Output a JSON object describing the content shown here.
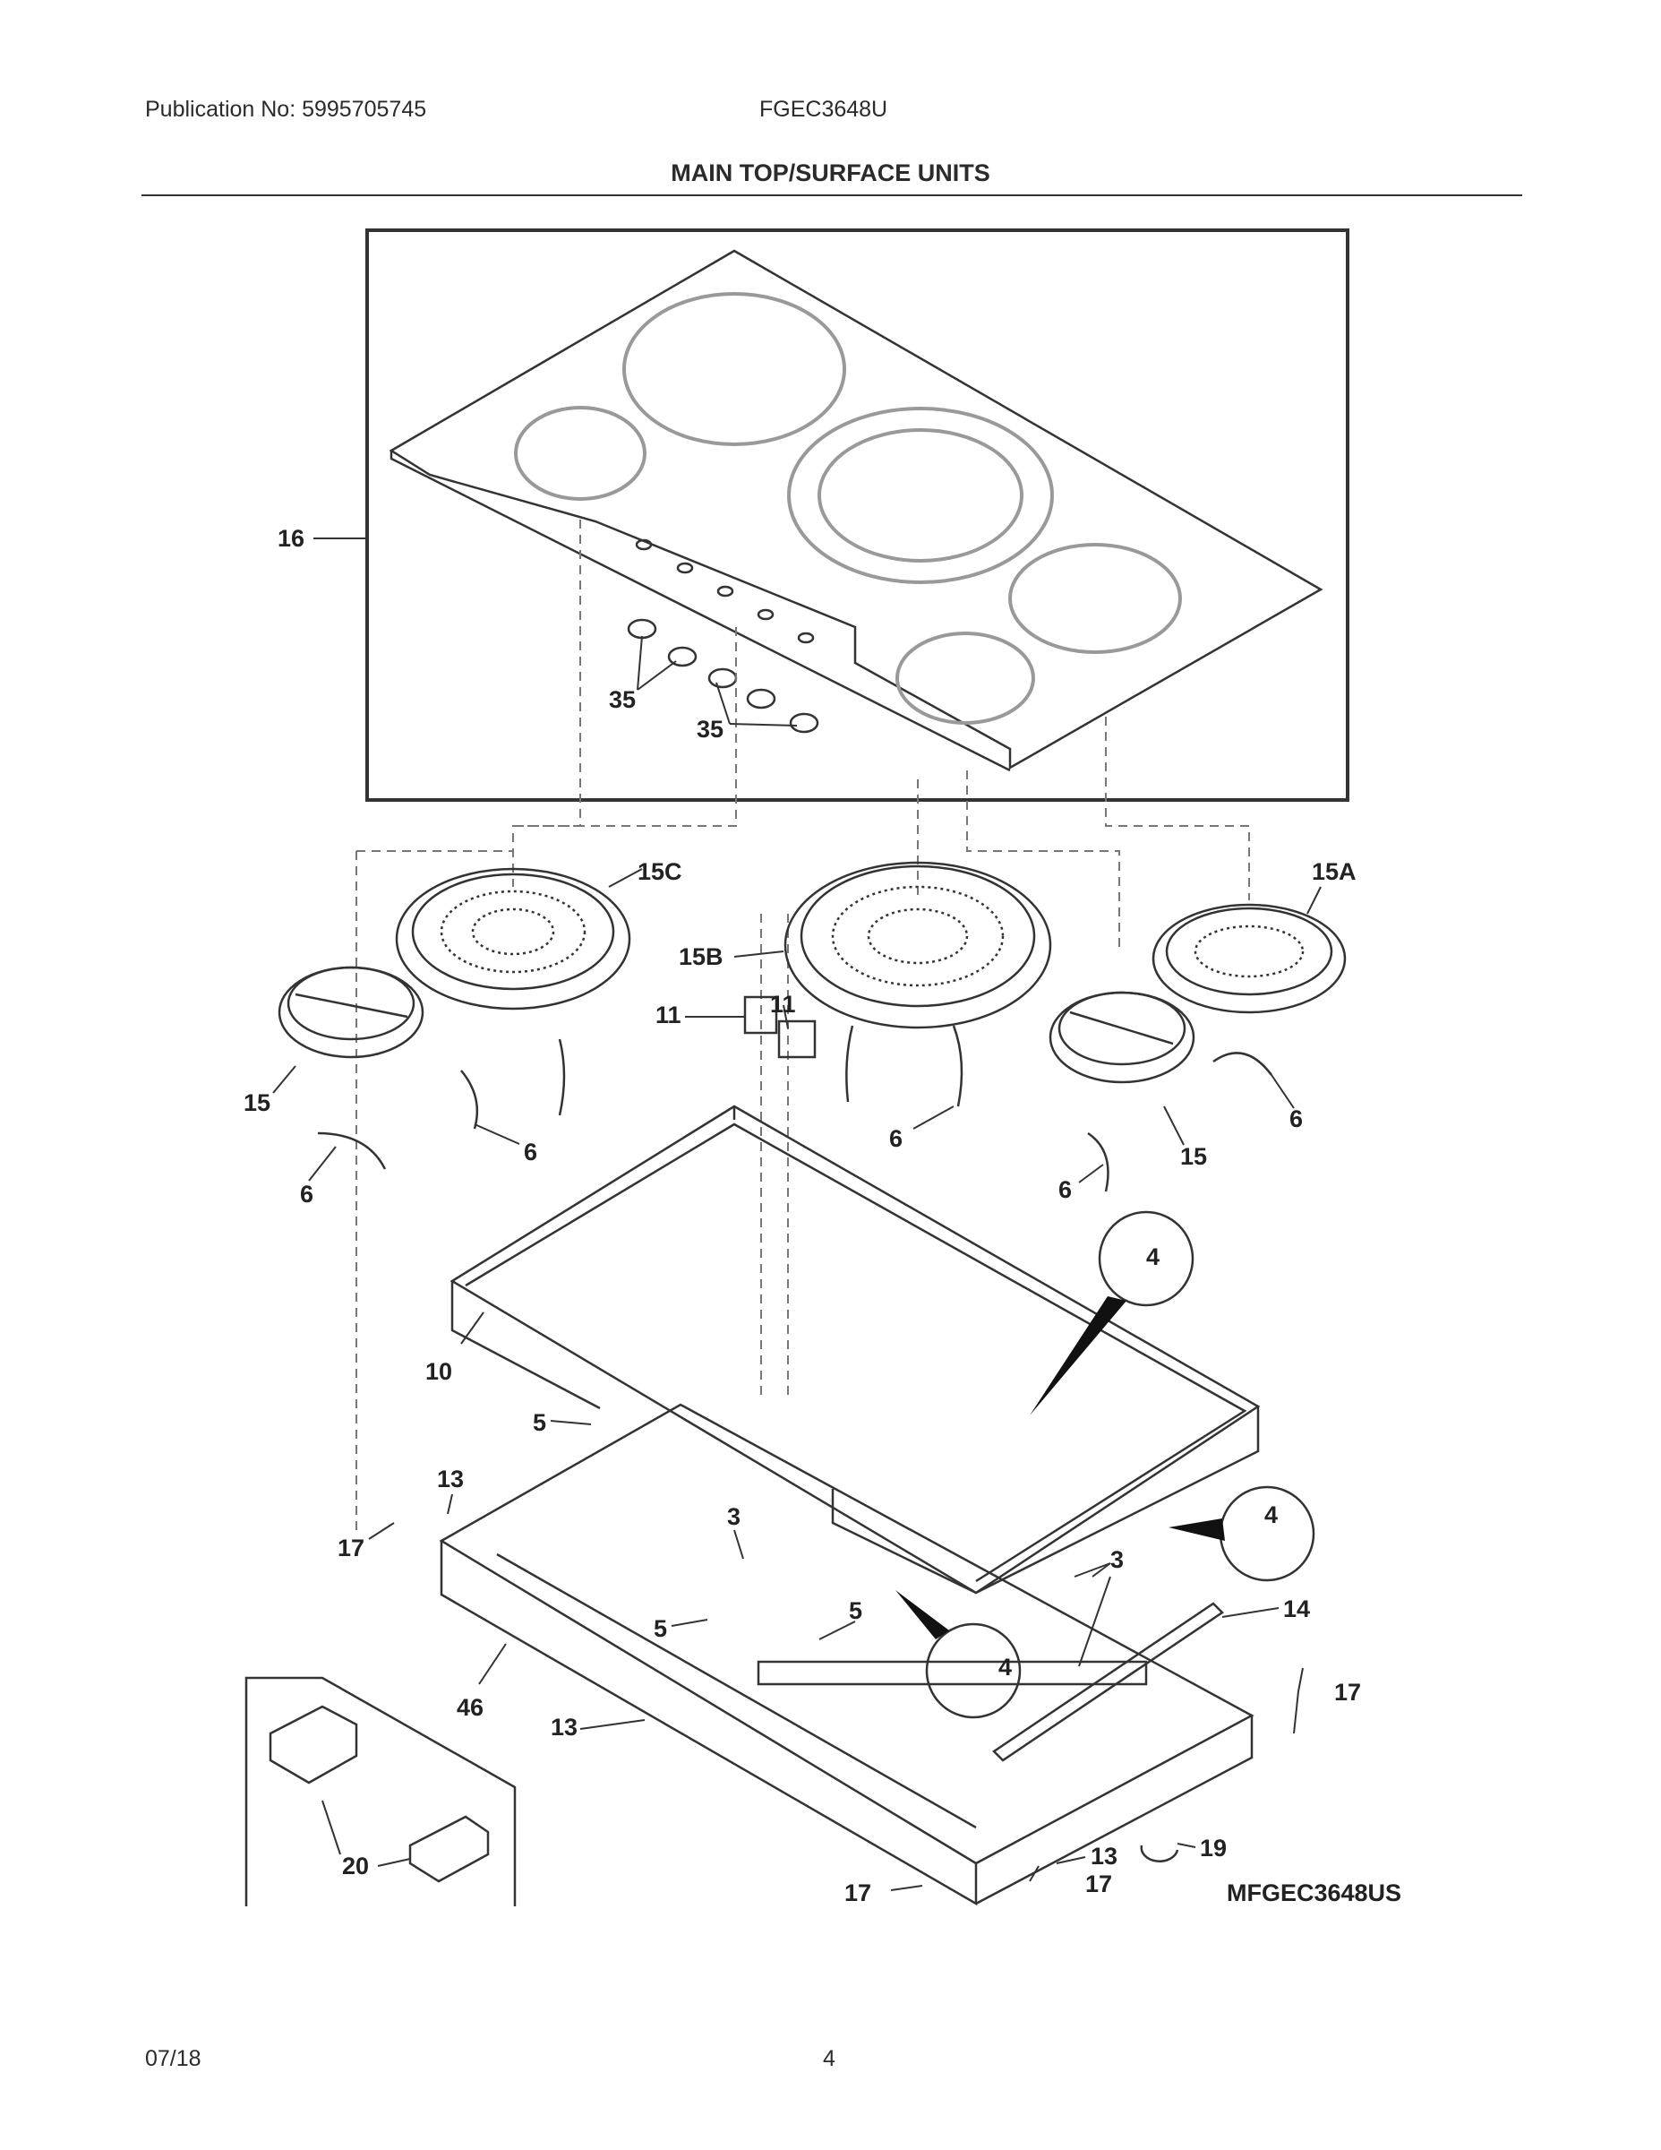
{
  "header": {
    "publication": "Publication No: 5995705745",
    "model": "FGEC3648U",
    "title": "MAIN TOP/SURFACE UNITS"
  },
  "diagram": {
    "drawing_id": "MFGEC3648US",
    "callouts": {
      "c16": "16",
      "c35a": "35",
      "c35b": "35",
      "c15C": "15C",
      "c15B": "15B",
      "c15A": "15A",
      "c15a": "15",
      "c15b": "15",
      "c11a": "11",
      "c11b": "11",
      "c6a": "6",
      "c6b": "6",
      "c6c": "6",
      "c6d": "6",
      "c6e": "6",
      "c4a": "4",
      "c4b": "4",
      "c4c": "4",
      "c10": "10",
      "c5a": "5",
      "c5b": "5",
      "c5c": "5",
      "c13a": "13",
      "c13b": "13",
      "c13c": "13",
      "c17a": "17",
      "c17b": "17",
      "c17c": "17",
      "c17d": "17",
      "c3a": "3",
      "c3b": "3",
      "c14": "14",
      "c46": "46",
      "c20": "20",
      "c19": "19"
    }
  },
  "footer": {
    "date": "07/18",
    "page": "4"
  }
}
